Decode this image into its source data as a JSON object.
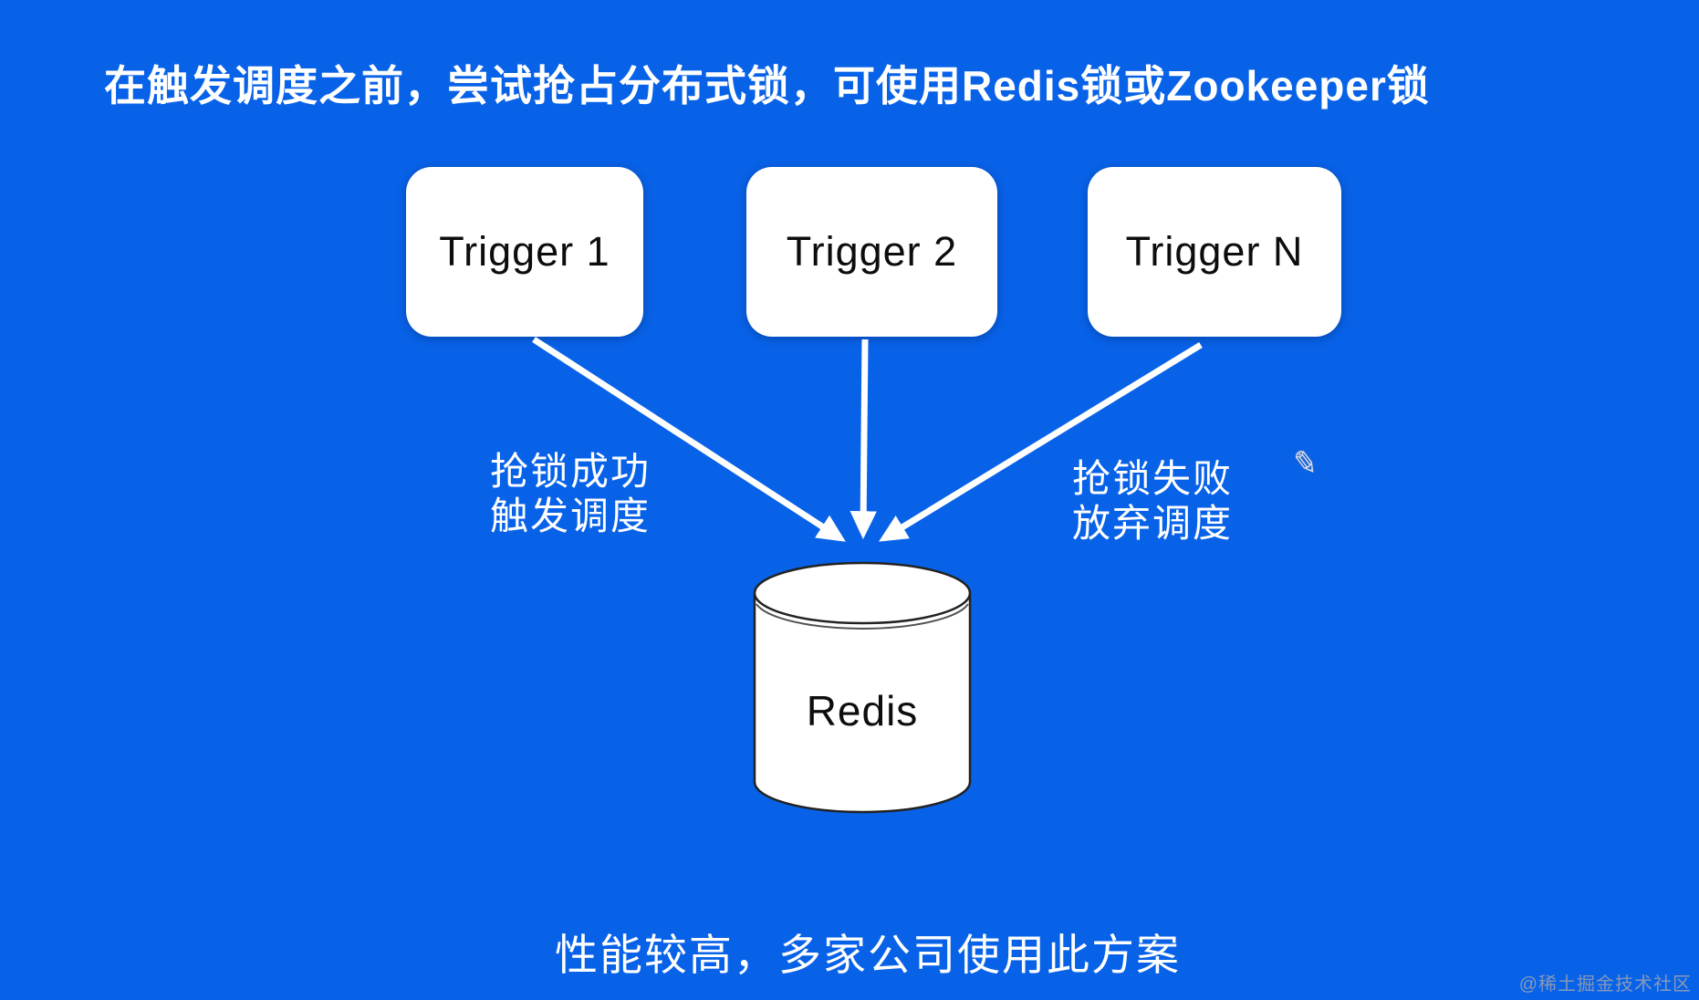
{
  "slide": {
    "title": "在触发调度之前，尝试抢占分布式锁，可使用Redis锁或Zookeeper锁",
    "caption": "性能较高，多家公司使用此方案",
    "watermark": "@稀土掘金技术社区"
  },
  "diagram": {
    "triggers": [
      {
        "label": "Trigger 1"
      },
      {
        "label": "Trigger 2"
      },
      {
        "label": "Trigger N"
      }
    ],
    "database": {
      "label": "Redis",
      "shape": "cylinder"
    },
    "edge_labels": {
      "left": "抢锁成功\n触发调度",
      "right": "抢锁失败\n放弃调度"
    }
  },
  "icons": {
    "pencil": "✎"
  },
  "colors": {
    "background": "#0862E8",
    "node_fill": "#FFFFFF",
    "node_text": "#0D0D0D",
    "edge_stroke": "#FFFFFF",
    "title_text": "#FFFFFF",
    "cylinder_outline": "#222222"
  }
}
